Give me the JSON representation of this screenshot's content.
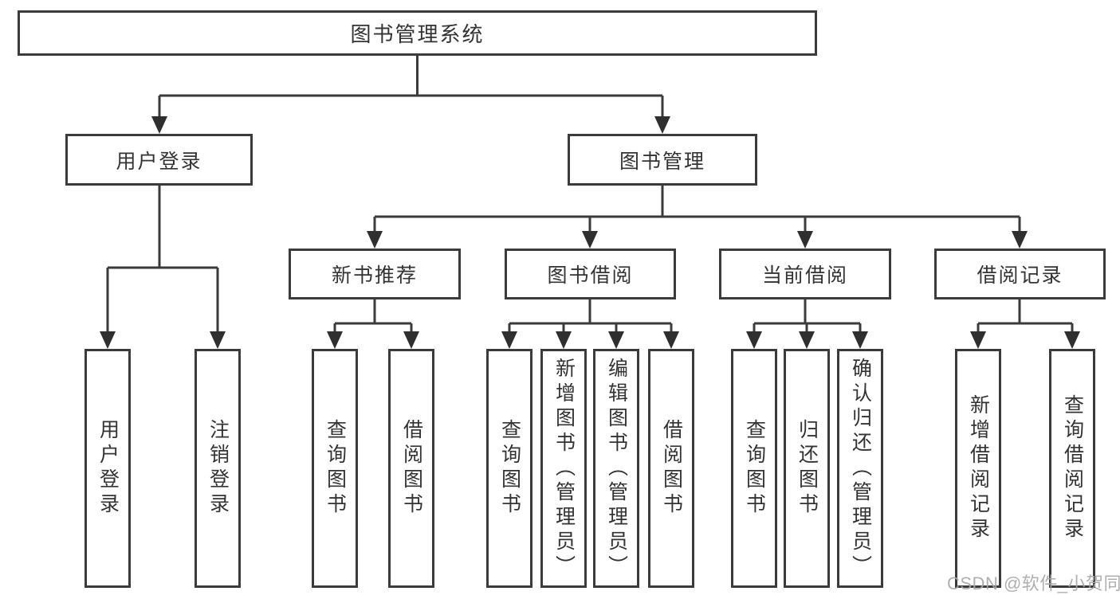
{
  "colors": {
    "line": "#3b3b3b",
    "arrow": "#2f2f2f",
    "text": "#333333",
    "watermark": "#a8a8a8",
    "background": "#ffffff"
  },
  "watermark": "CSDN @软件_小贺同学",
  "tree": {
    "label": "图书管理系统",
    "children": [
      {
        "label": "用户登录",
        "children": [
          {
            "label": "用户登录"
          },
          {
            "label": "注销登录"
          }
        ]
      },
      {
        "label": "图书管理",
        "children": [
          {
            "label": "新书推荐",
            "children": [
              {
                "label": "查询图书"
              },
              {
                "label": "借阅图书"
              }
            ]
          },
          {
            "label": "图书借阅",
            "children": [
              {
                "label": "查询图书"
              },
              {
                "label": "新增图书（管理员）"
              },
              {
                "label": "编辑图书（管理员）"
              },
              {
                "label": "借阅图书"
              }
            ]
          },
          {
            "label": "当前借阅",
            "children": [
              {
                "label": "查询图书"
              },
              {
                "label": "归还图书"
              },
              {
                "label": "确认归还（管理员）"
              }
            ]
          },
          {
            "label": "借阅记录",
            "children": [
              {
                "label": "新增借阅记录"
              },
              {
                "label": "查询借阅记录"
              }
            ]
          }
        ]
      }
    ]
  }
}
